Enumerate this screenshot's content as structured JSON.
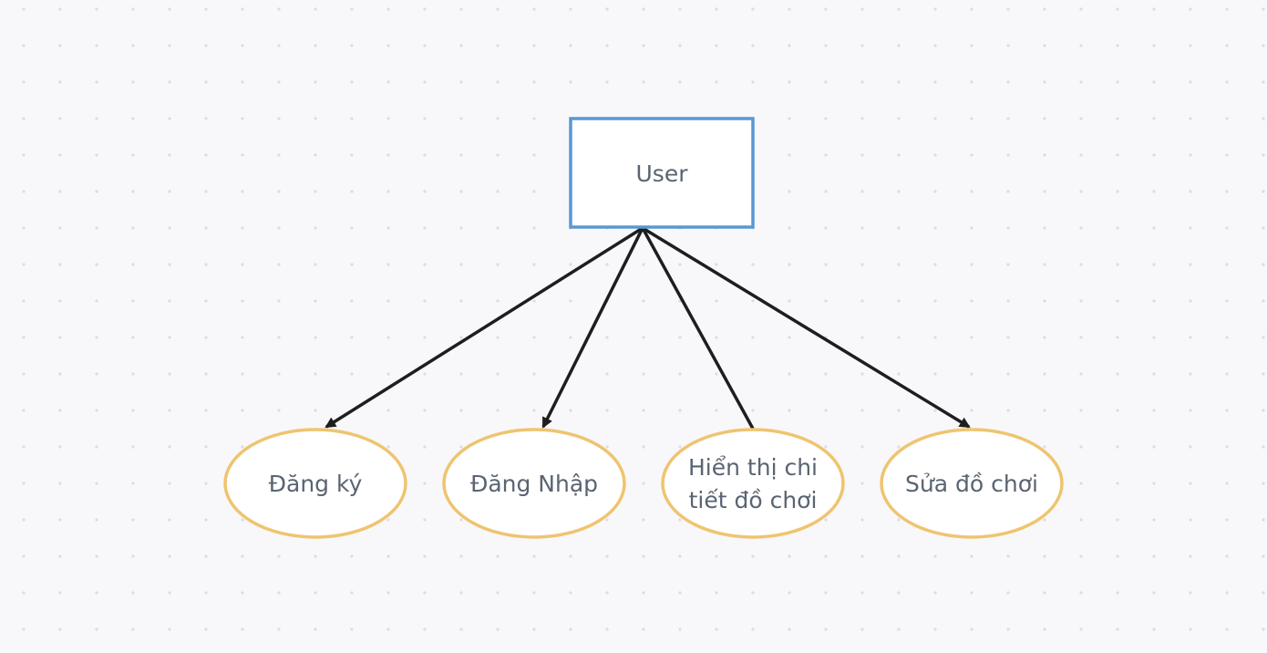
{
  "diagram": {
    "root": {
      "label": "User",
      "stroke": "#5b97d1",
      "fill": "#ffffff"
    },
    "children": [
      {
        "label_lines": [
          "Đăng ký"
        ],
        "arrow": true
      },
      {
        "label_lines": [
          "Đăng Nhập"
        ],
        "arrow": true
      },
      {
        "label_lines": [
          "Hiển thị chi",
          "tiết đồ chơi"
        ],
        "arrow": false
      },
      {
        "label_lines": [
          "Sửa đồ chơi"
        ],
        "arrow": true
      }
    ],
    "ellipse_stroke": "#efc470",
    "ellipse_fill": "#ffffff",
    "edge_color": "#1e1e1e",
    "label_color": "#5a6472"
  }
}
